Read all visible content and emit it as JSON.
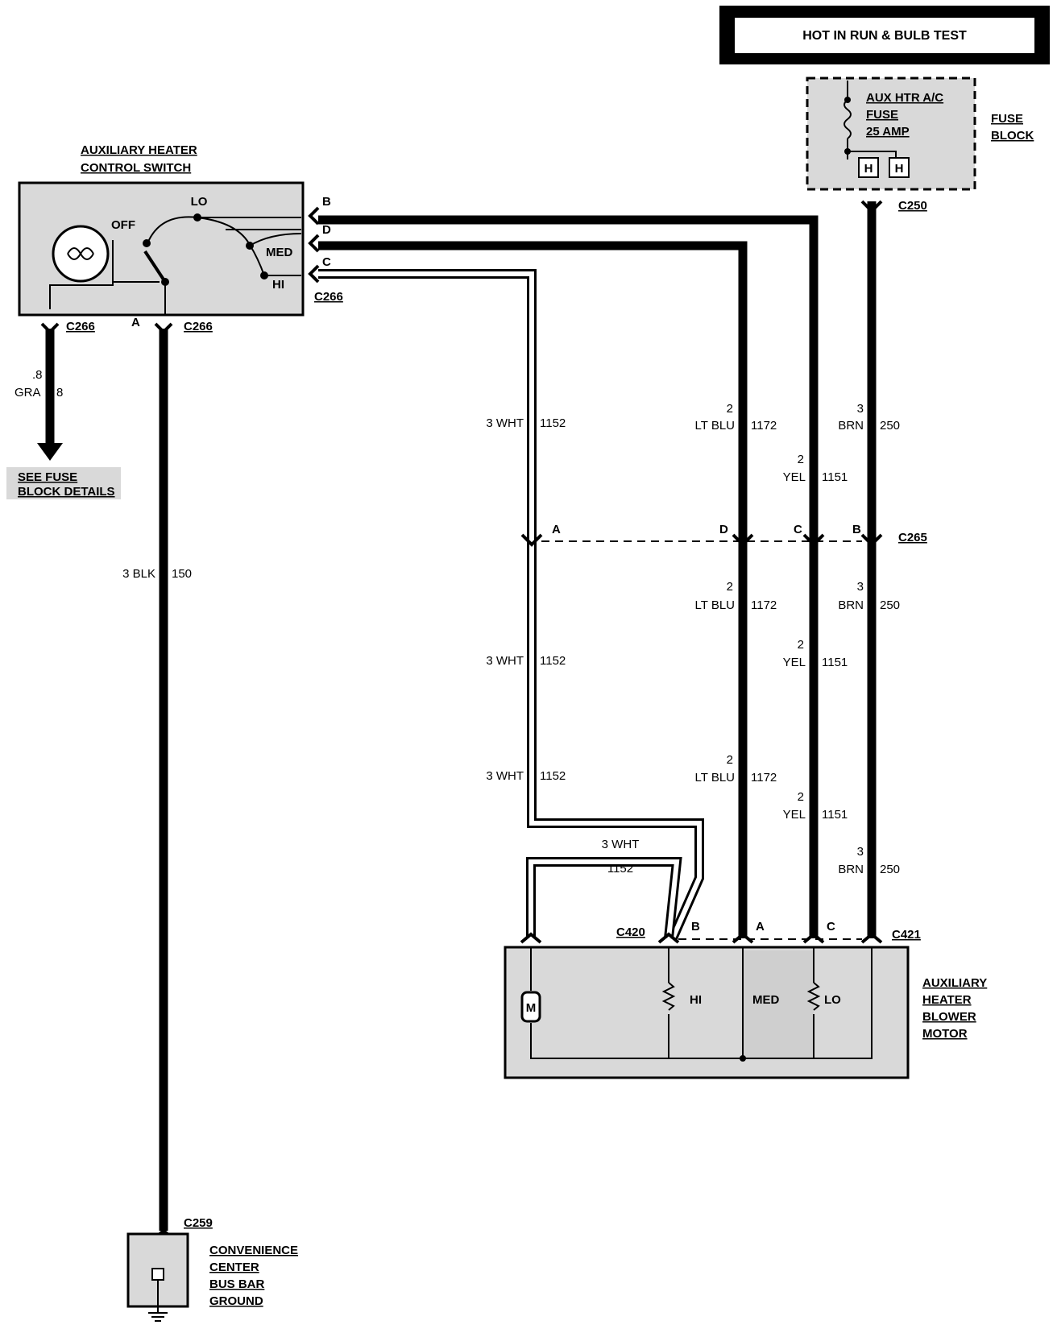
{
  "header": {
    "title": "HOT IN RUN & BULB TEST"
  },
  "fuse_block": {
    "fuse_line1": "AUX HTR A/C",
    "fuse_line2": "FUSE",
    "fuse_line3": "25 AMP",
    "terminal1": "H",
    "terminal2": "H",
    "label_line1": "FUSE",
    "label_line2": "BLOCK",
    "connector": "C250"
  },
  "switch": {
    "label_line1": "AUXILIARY HEATER",
    "label_line2": "CONTROL SWITCH",
    "pos_off": "OFF",
    "pos_lo": "LO",
    "pos_med": "MED",
    "pos_hi": "HI",
    "pin_b": "B",
    "pin_d": "D",
    "pin_c": "C",
    "pin_a": "A",
    "conn_right": "C266",
    "conn_bottom_left": "C266",
    "conn_bottom_a": "C266"
  },
  "left_ref": {
    "gauge": ".8",
    "color": "GRA",
    "circuit": "8",
    "note_line1": "SEE FUSE",
    "note_line2": "BLOCK DETAILS"
  },
  "wires": {
    "blk": {
      "label": "3 BLK",
      "circuit": "150"
    },
    "wht": {
      "label": "3 WHT",
      "circuit": "1152"
    },
    "ltblu": {
      "gauge": "2",
      "label": "LT BLU",
      "circuit": "1172"
    },
    "yel": {
      "gauge": "2",
      "label": "YEL",
      "circuit": "1151"
    },
    "brn": {
      "gauge": "3",
      "label": "BRN",
      "circuit": "250"
    }
  },
  "c265": {
    "name": "C265",
    "pin_a": "A",
    "pin_d": "D",
    "pin_c": "C",
    "pin_b": "B"
  },
  "motor": {
    "conn_left": "C420",
    "conn_right": "C421",
    "pin_b": "B",
    "pin_a": "A",
    "pin_c": "C",
    "m_symbol": "M",
    "hi": "HI",
    "med": "MED",
    "lo": "LO",
    "label_line1": "AUXILIARY",
    "label_line2": "HEATER",
    "label_line3": "BLOWER",
    "label_line4": "MOTOR",
    "wht_label": "3 WHT",
    "wht_circuit": "1152"
  },
  "ground": {
    "connector": "C259",
    "label_line1": "CONVENIENCE",
    "label_line2": "CENTER",
    "label_line3": "BUS BAR",
    "label_line4": "GROUND"
  }
}
